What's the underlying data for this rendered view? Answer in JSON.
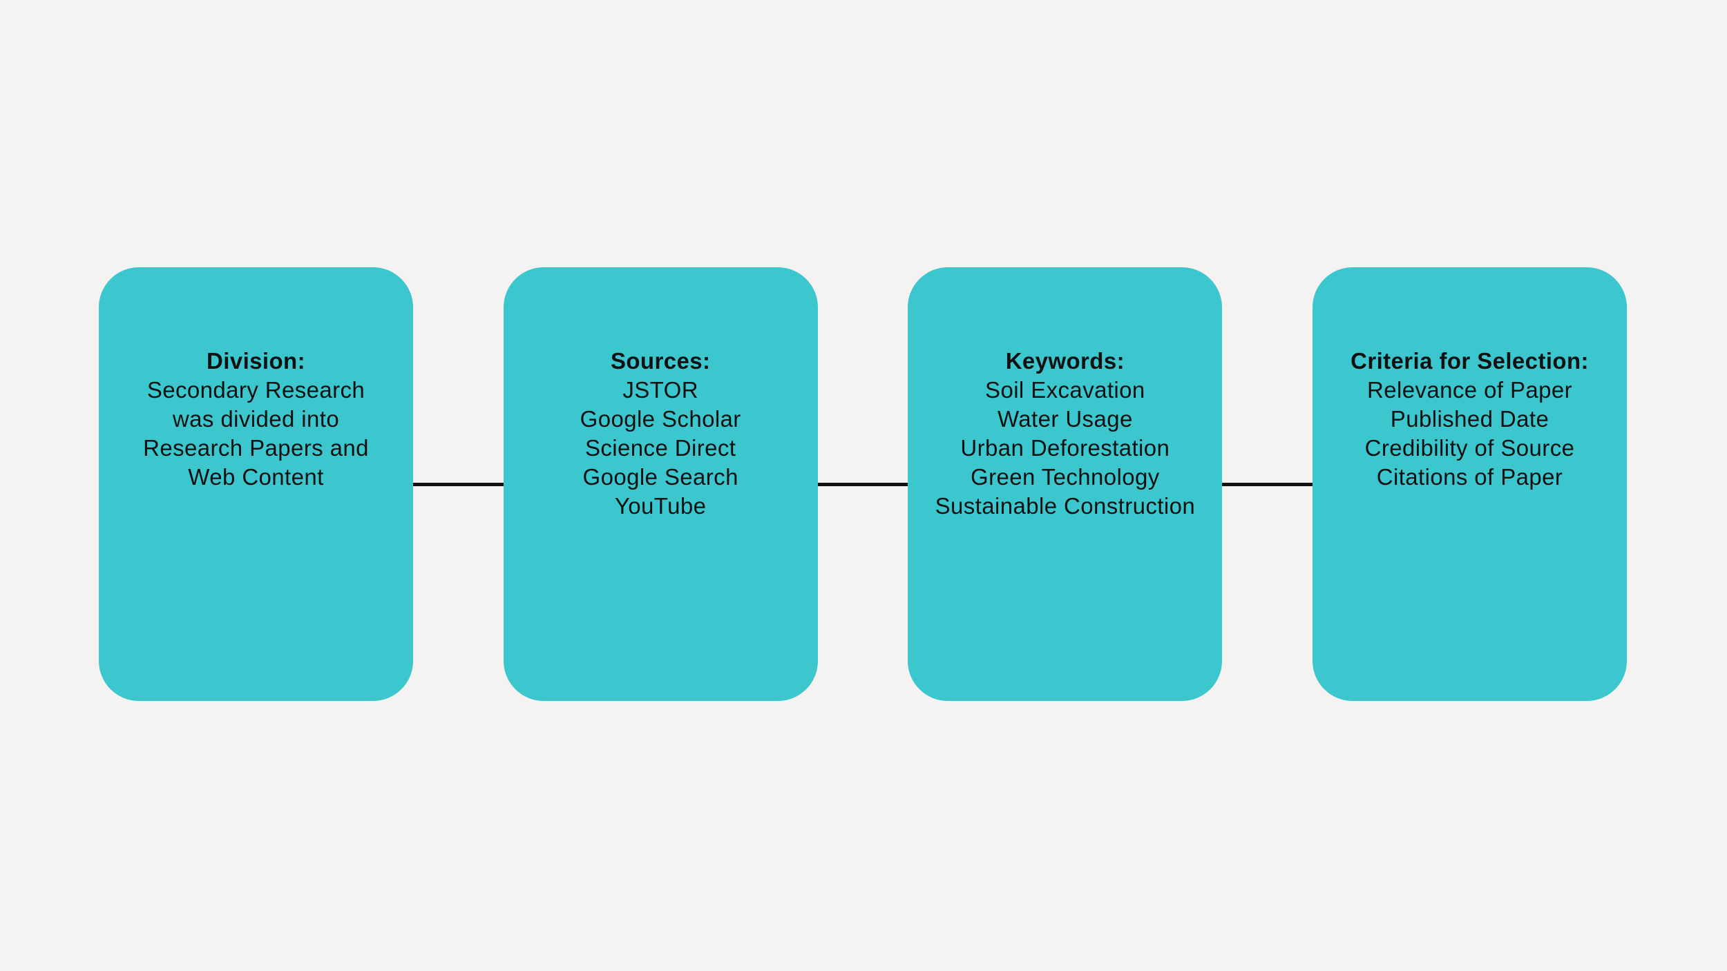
{
  "colors": {
    "background": "#F4F3F1",
    "box_fill": "#3CC7CE",
    "text": "#111111",
    "connector": "#111111"
  },
  "diagram": {
    "boxes": [
      {
        "title": "Division:",
        "lines": [
          "Secondary Research",
          "was divided into",
          "Research Papers and",
          "Web Content"
        ]
      },
      {
        "title": "Sources:",
        "lines": [
          "JSTOR",
          "Google Scholar",
          "Science Direct",
          "Google Search",
          "YouTube"
        ]
      },
      {
        "title": "Keywords:",
        "lines": [
          "Soil Excavation",
          "Water Usage",
          "Urban Deforestation",
          "Green Technology",
          "Sustainable Construction"
        ]
      },
      {
        "title": "Criteria for Selection:",
        "lines": [
          "Relevance of Paper",
          "Published Date",
          "Credibility of Source",
          "Citations of Paper"
        ]
      }
    ]
  }
}
